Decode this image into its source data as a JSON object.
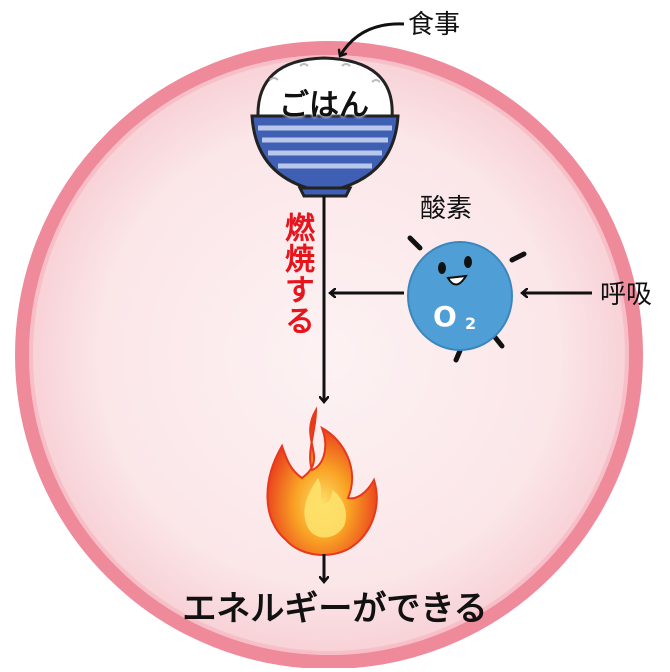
{
  "labels": {
    "meal": "食事",
    "rice": "ごはん",
    "oxygen": "酸素",
    "breath": "呼吸",
    "burn": "燃焼する",
    "energy": "エネルギーができる",
    "o2_letter": "O",
    "o2_sub": "2"
  },
  "colors": {
    "cell_fill": "#fbe3e6",
    "cell_border": "#ef8a9a",
    "burn_text": "#e8141c",
    "oxygen_body": "#4f9fd6",
    "bowl_blue": "#3f5fb4",
    "bowl_light": "#b9c7ea",
    "flame_outer": "#e8381c",
    "flame_inner": "#f9a325"
  },
  "icons": [
    "rice-bowl-icon",
    "oxygen-character-icon",
    "flame-icon"
  ]
}
